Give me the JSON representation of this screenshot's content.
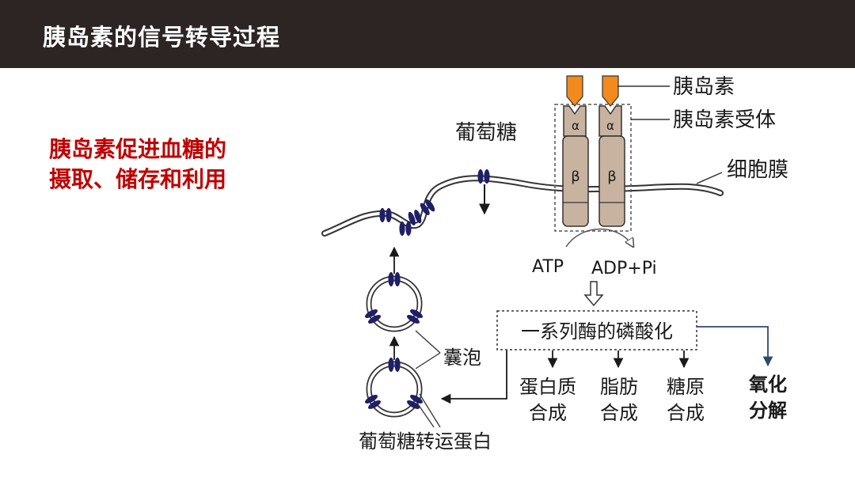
{
  "header": {
    "title": "胰岛素的信号转导过程"
  },
  "caption": {
    "line1": "胰岛素促进血糖的",
    "line2": "摄取、储存和利用"
  },
  "diagram": {
    "labels": {
      "insulin": "胰岛素",
      "receptor": "胰岛素受体",
      "membrane": "细胞膜",
      "glucose": "葡萄糖",
      "alpha": "α",
      "beta": "β",
      "atp": "ATP",
      "adp": "ADP+Pi",
      "cascade": "一系列酶的磷酸化",
      "vesicle": "囊泡",
      "transporter": "葡萄糖转运蛋白",
      "oxidation_1": "氧化",
      "oxidation_2": "分解"
    },
    "outputs": [
      {
        "line1": "蛋白质",
        "line2": "合成"
      },
      {
        "line1": "脂肪",
        "line2": "合成"
      },
      {
        "line1": "糖原",
        "line2": "合成"
      }
    ],
    "colors": {
      "insulin": "#f28a1e",
      "receptor": "#c8b3a0",
      "transporter": "#1f1f66",
      "caption": "#c00000",
      "oxidation_arrow": "#2e4a6b"
    }
  }
}
